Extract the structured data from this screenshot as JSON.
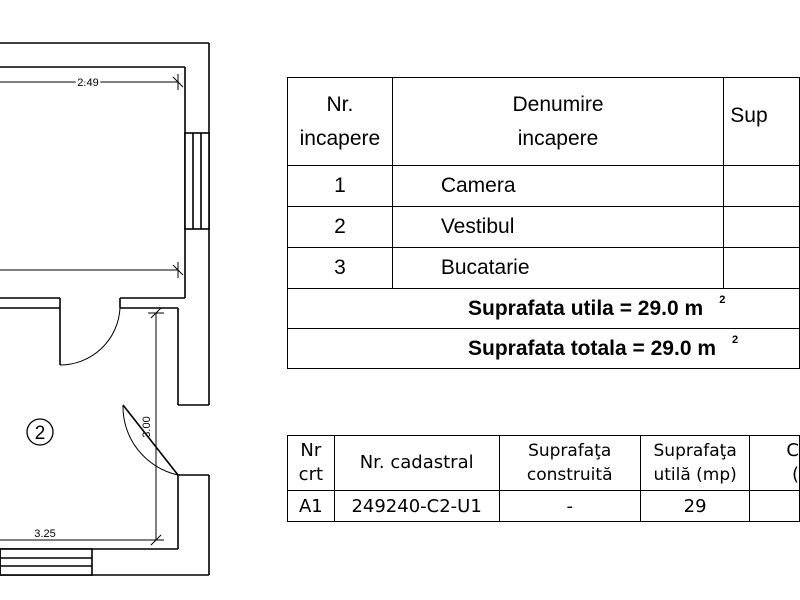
{
  "plan": {
    "dim_top": "2.49",
    "dim_vertical": "3.00",
    "dim_bottom": "3.25",
    "room_marker": "2"
  },
  "rooms_table": {
    "header_nr": [
      "Nr.",
      "incapere"
    ],
    "header_name": [
      "Denumire",
      "incapere"
    ],
    "header_area": "Sup",
    "rows": [
      {
        "nr": "1",
        "name": "Camera"
      },
      {
        "nr": "2",
        "name": "Vestibul"
      },
      {
        "nr": "3",
        "name": "Bucatarie"
      }
    ],
    "util_label": "Suprafata utila = 29.0 m",
    "total_label": "Suprafata totala = 29.0 m",
    "unit_exp": "2"
  },
  "cadastral_table": {
    "headers": {
      "nr_crt": [
        "Nr",
        "crt"
      ],
      "cadastral": "Nr. cadastral",
      "constructed": [
        "Suprafaţa",
        "construită"
      ],
      "useful": [
        "Suprafaţa",
        "utilă (mp)"
      ],
      "last": [
        "C",
        "("
      ]
    },
    "row": {
      "nr_crt": "A1",
      "cadastral": "249240-C2-U1",
      "constructed": "-",
      "useful": "29"
    }
  }
}
